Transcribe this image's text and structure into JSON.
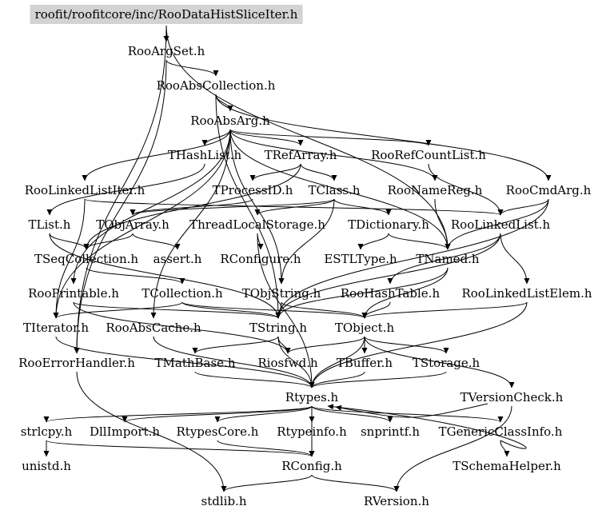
{
  "colors": {
    "root_fill": "#d3d3d3",
    "edge": "#000000",
    "text": "#000000"
  },
  "graph": {
    "root": "roofit/roofitcore/inc/RooDataHistSliceIter.h",
    "nodes": [
      "roofit/roofitcore/inc/RooDataHistSliceIter.h",
      "RooArgSet.h",
      "RooAbsCollection.h",
      "RooAbsArg.h",
      "THashList.h",
      "TRefArray.h",
      "RooRefCountList.h",
      "RooLinkedListIter.h",
      "TProcessID.h",
      "TClass.h",
      "RooNameReg.h",
      "RooCmdArg.h",
      "TList.h",
      "TObjArray.h",
      "ThreadLocalStorage.h",
      "TDictionary.h",
      "RooLinkedList.h",
      "TSeqCollection.h",
      "assert.h",
      "RConfigure.h",
      "ESTLType.h",
      "TNamed.h",
      "RooPrintable.h",
      "TCollection.h",
      "TObjString.h",
      "RooHashTable.h",
      "RooLinkedListElem.h",
      "TIterator.h",
      "RooAbsCache.h",
      "TString.h",
      "TObject.h",
      "RooErrorHandler.h",
      "TMathBase.h",
      "Riosfwd.h",
      "TBuffer.h",
      "TStorage.h",
      "Rtypes.h",
      "TVersionCheck.h",
      "strlcpy.h",
      "DllImport.h",
      "RtypesCore.h",
      "Rtypeinfo.h",
      "snprintf.h",
      "TGenericClassInfo.h",
      "unistd.h",
      "RConfig.h",
      "TSchemaHelper.h",
      "stdlib.h",
      "RVersion.h"
    ],
    "edges": [
      [
        "roofit/roofitcore/inc/RooDataHistSliceIter.h",
        "RooArgSet.h"
      ],
      [
        "roofit/roofitcore/inc/RooDataHistSliceIter.h",
        "RooErrorHandler.h"
      ],
      [
        "roofit/roofitcore/inc/RooDataHistSliceIter.h",
        "TNamed.h"
      ],
      [
        "RooArgSet.h",
        "RooAbsCollection.h"
      ],
      [
        "RooArgSet.h",
        "RooErrorHandler.h"
      ],
      [
        "RooAbsCollection.h",
        "RooAbsArg.h"
      ],
      [
        "RooAbsCollection.h",
        "RooCmdArg.h"
      ],
      [
        "RooAbsCollection.h",
        "TString.h"
      ],
      [
        "RooAbsArg.h",
        "THashList.h"
      ],
      [
        "RooAbsArg.h",
        "TRefArray.h"
      ],
      [
        "RooAbsArg.h",
        "RooRefCountList.h"
      ],
      [
        "RooAbsArg.h",
        "RooLinkedListIter.h"
      ],
      [
        "RooAbsArg.h",
        "RooNameReg.h"
      ],
      [
        "RooAbsArg.h",
        "TNamed.h"
      ],
      [
        "RooAbsArg.h",
        "RooPrintable.h"
      ],
      [
        "RooAbsArg.h",
        "RooAbsCache.h"
      ],
      [
        "RooAbsArg.h",
        "TIterator.h"
      ],
      [
        "RooAbsArg.h",
        "TObjString.h"
      ],
      [
        "THashList.h",
        "TList.h"
      ],
      [
        "TRefArray.h",
        "TProcessID.h"
      ],
      [
        "TRefArray.h",
        "TSeqCollection.h"
      ],
      [
        "TRefArray.h",
        "TClass.h"
      ],
      [
        "RooRefCountList.h",
        "RooLinkedList.h"
      ],
      [
        "RooLinkedListIter.h",
        "TIterator.h"
      ],
      [
        "RooLinkedListIter.h",
        "RooLinkedList.h"
      ],
      [
        "TProcessID.h",
        "TObjArray.h"
      ],
      [
        "TClass.h",
        "TDictionary.h"
      ],
      [
        "TClass.h",
        "ThreadLocalStorage.h"
      ],
      [
        "TClass.h",
        "TObjString.h"
      ],
      [
        "TClass.h",
        "TObjArray.h"
      ],
      [
        "RooNameReg.h",
        "TNamed.h"
      ],
      [
        "RooCmdArg.h",
        "RooLinkedList.h"
      ],
      [
        "RooCmdArg.h",
        "TNamed.h"
      ],
      [
        "RooCmdArg.h",
        "TString.h"
      ],
      [
        "TList.h",
        "TSeqCollection.h"
      ],
      [
        "TList.h",
        "TString.h"
      ],
      [
        "TObjArray.h",
        "TSeqCollection.h"
      ],
      [
        "TObjArray.h",
        "assert.h"
      ],
      [
        "ThreadLocalStorage.h",
        "RConfigure.h"
      ],
      [
        "ThreadLocalStorage.h",
        "Rtypes.h"
      ],
      [
        "TDictionary.h",
        "TNamed.h"
      ],
      [
        "TDictionary.h",
        "ESTLType.h"
      ],
      [
        "RooLinkedList.h",
        "RooLinkedListElem.h"
      ],
      [
        "RooLinkedList.h",
        "RooHashTable.h"
      ],
      [
        "RooLinkedList.h",
        "TString.h"
      ],
      [
        "TSeqCollection.h",
        "TCollection.h"
      ],
      [
        "TNamed.h",
        "TString.h"
      ],
      [
        "TNamed.h",
        "TObject.h"
      ],
      [
        "RooPrintable.h",
        "Riosfwd.h"
      ],
      [
        "RooPrintable.h",
        "TString.h"
      ],
      [
        "TCollection.h",
        "TIterator.h"
      ],
      [
        "TCollection.h",
        "TObject.h"
      ],
      [
        "TCollection.h",
        "TString.h"
      ],
      [
        "TObjString.h",
        "TString.h"
      ],
      [
        "TObjString.h",
        "TObject.h"
      ],
      [
        "RooHashTable.h",
        "TObject.h"
      ],
      [
        "RooLinkedListElem.h",
        "TObject.h"
      ],
      [
        "RooLinkedListElem.h",
        "Rtypes.h"
      ],
      [
        "TIterator.h",
        "Rtypes.h"
      ],
      [
        "RooAbsCache.h",
        "Rtypes.h"
      ],
      [
        "TString.h",
        "Riosfwd.h"
      ],
      [
        "TString.h",
        "TMathBase.h"
      ],
      [
        "TString.h",
        "Rtypes.h"
      ],
      [
        "TObject.h",
        "Riosfwd.h"
      ],
      [
        "TObject.h",
        "TBuffer.h"
      ],
      [
        "TObject.h",
        "TStorage.h"
      ],
      [
        "TObject.h",
        "TVersionCheck.h"
      ],
      [
        "TObject.h",
        "Rtypes.h"
      ],
      [
        "RooErrorHandler.h",
        "stdlib.h"
      ],
      [
        "TMathBase.h",
        "Rtypes.h"
      ],
      [
        "TBuffer.h",
        "Rtypes.h"
      ],
      [
        "TStorage.h",
        "Rtypes.h"
      ],
      [
        "TVersionCheck.h",
        "Rtypes.h"
      ],
      [
        "TVersionCheck.h",
        "RVersion.h"
      ],
      [
        "Rtypes.h",
        "strlcpy.h"
      ],
      [
        "Rtypes.h",
        "DllImport.h"
      ],
      [
        "Rtypes.h",
        "RtypesCore.h"
      ],
      [
        "Rtypes.h",
        "Rtypeinfo.h"
      ],
      [
        "Rtypes.h",
        "snprintf.h"
      ],
      [
        "Rtypes.h",
        "TGenericClassInfo.h"
      ],
      [
        "Rtypes.h",
        "RConfig.h"
      ],
      [
        "strlcpy.h",
        "unistd.h"
      ],
      [
        "strlcpy.h",
        "RConfig.h"
      ],
      [
        "RtypesCore.h",
        "RConfig.h"
      ],
      [
        "Rtypeinfo.h",
        "RConfig.h"
      ],
      [
        "TGenericClassInfo.h",
        "TSchemaHelper.h"
      ],
      [
        "TGenericClassInfo.h",
        "Rtypes.h"
      ],
      [
        "RConfig.h",
        "stdlib.h"
      ],
      [
        "RConfig.h",
        "RVersion.h"
      ]
    ]
  }
}
